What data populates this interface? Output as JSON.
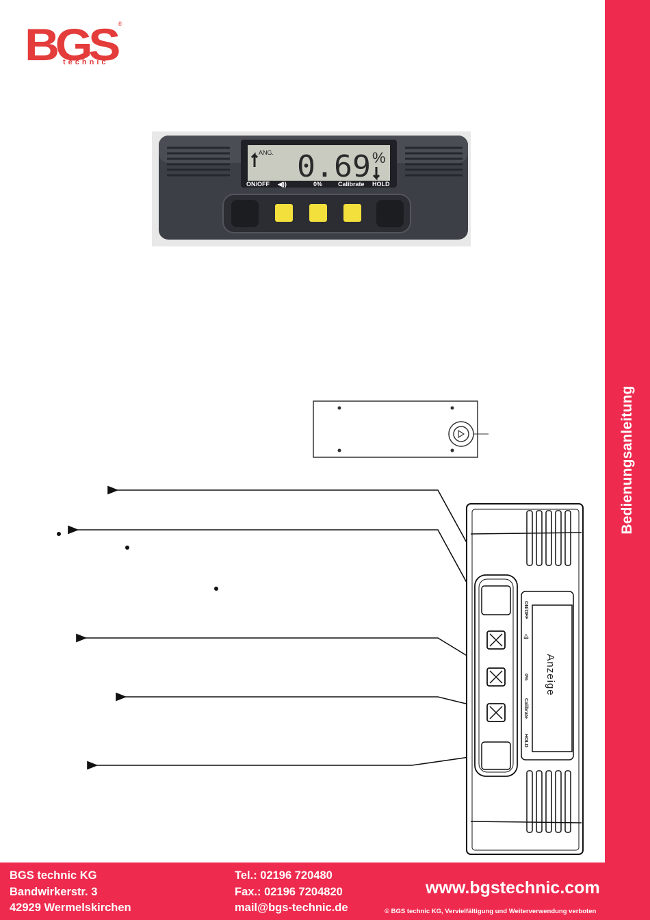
{
  "brand": {
    "logo_text": "BGS",
    "logo_sub": "technic",
    "logo_mark": "®"
  },
  "side_tab": {
    "label": "Bedienungsanleitung"
  },
  "device": {
    "display_label": "ANG.",
    "display_value": "0.69",
    "display_unit": "%",
    "buttons": [
      "ON/OFF",
      "◀))",
      "0%",
      "Calibrate",
      "HOLD"
    ]
  },
  "diagram": {
    "display_label": "Anzeige",
    "side_labels": [
      "ON/OFF",
      "◁)",
      "0%",
      "Calibrate",
      "HOLD"
    ]
  },
  "footer": {
    "company": "BGS technic KG",
    "street": "Bandwirkerstr. 3",
    "city": "42929 Wermelskirchen",
    "tel": "Tel.: 02196 720480",
    "fax": "Fax.: 02196 7204820",
    "mail": "mail@bgs-technic.de",
    "website": "www.bgstechnic.com",
    "copyright": "© BGS technic KG, Vervielfältigung und Weiterverwendung verboten"
  },
  "colors": {
    "brand_red": "#ee2b4f",
    "logo_red": "#e43b3b",
    "device_body": "#3c3f45",
    "lcd": "#c9cbc0",
    "key_yellow": "#f3e03c"
  }
}
